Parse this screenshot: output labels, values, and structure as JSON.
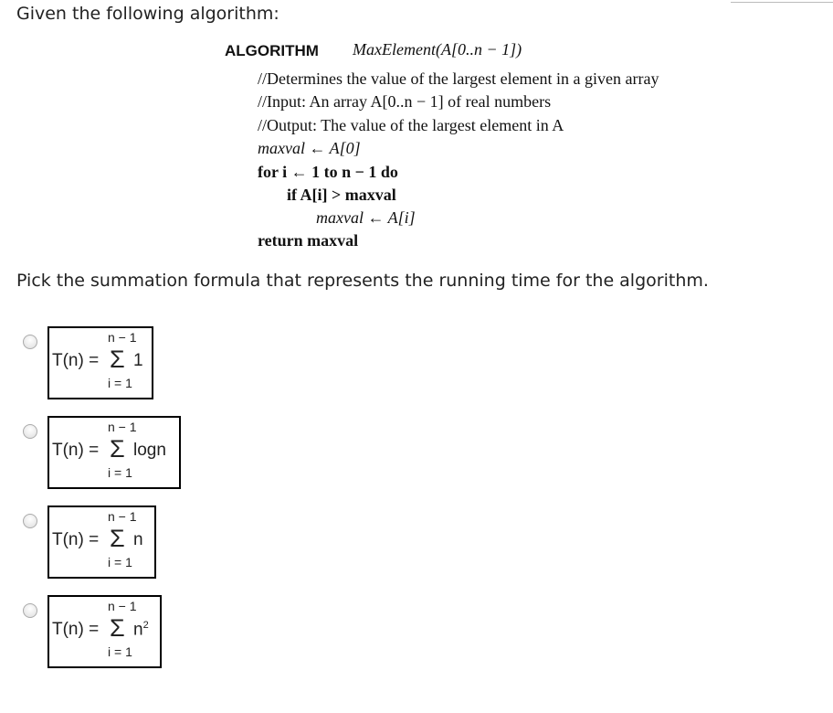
{
  "question": {
    "intro": "Given the following algorithm:",
    "prompt": "Pick the summation formula that represents the running time for the algorithm."
  },
  "algorithm": {
    "keyword": "ALGORITHM",
    "signature": "MaxElement(A[0..n − 1])",
    "lines": [
      "//Determines the value of the largest element in a given array",
      "//Input: An array A[0..n − 1] of real numbers",
      "//Output: The value of the largest element in A",
      "maxval ← A[0]",
      "for i ← 1 to n − 1 do",
      "if A[i] > maxval",
      "maxval ← A[i]",
      "return maxval"
    ]
  },
  "options": [
    {
      "lhs": "T(n) =",
      "upper": "n − 1",
      "sigma": "Σ",
      "lower": "i = 1",
      "term": "1",
      "selected": false
    },
    {
      "lhs": "T(n) =",
      "upper": "n − 1",
      "sigma": "Σ",
      "lower": "i = 1",
      "term": "logn",
      "selected": false
    },
    {
      "lhs": "T(n) =",
      "upper": "n − 1",
      "sigma": "Σ",
      "lower": "i = 1",
      "term": "n",
      "selected": false
    },
    {
      "lhs": "T(n) =",
      "upper": "n − 1",
      "sigma": "Σ",
      "lower": "i = 1",
      "term": "n",
      "exponent": "2",
      "selected": false
    }
  ]
}
